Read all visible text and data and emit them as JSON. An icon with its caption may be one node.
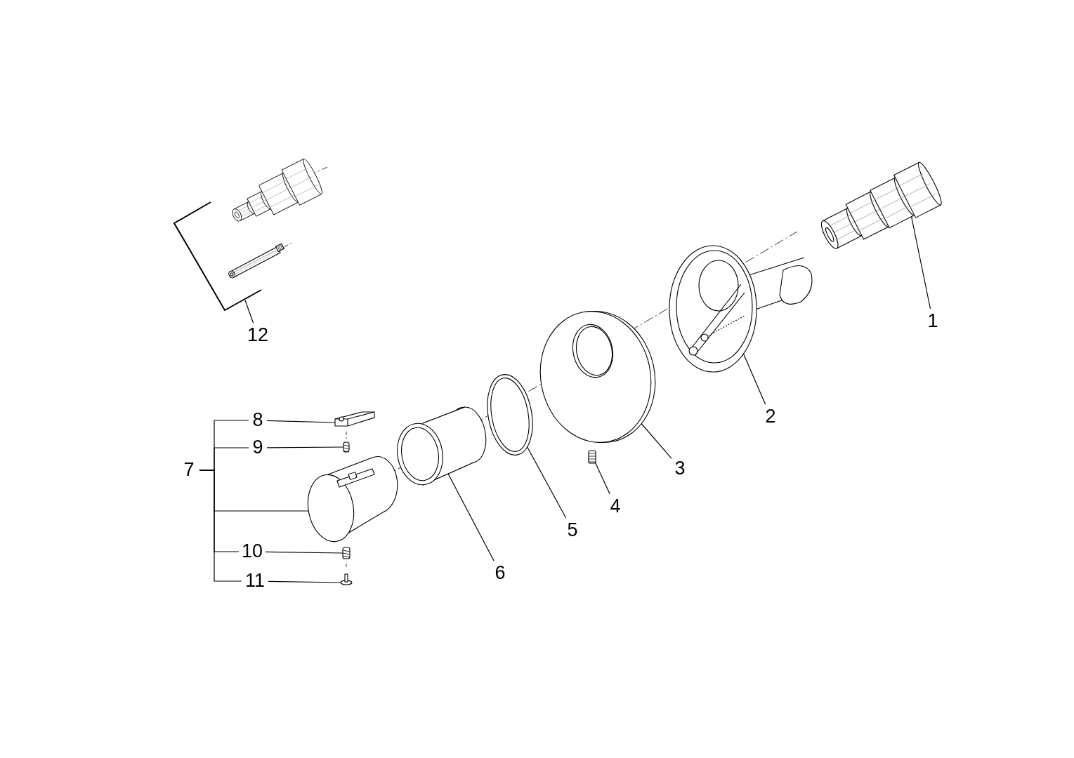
{
  "diagram": {
    "nodes": [
      {
        "text": [],
        "shape": "picture"
      },
      {
        "text": [
          "1"
        ]
      },
      {
        "text": [],
        "shape": "picture"
      },
      {
        "text": [
          "2"
        ]
      },
      {
        "text": [],
        "shape": "picture"
      },
      {
        "text": [
          "3"
        ]
      },
      {
        "text": [],
        "shape": "picture"
      },
      {
        "text": [
          "4"
        ]
      },
      {
        "text": [],
        "shape": "picture"
      },
      {
        "text": [
          "5"
        ]
      },
      {
        "text": [],
        "shape": "picture"
      },
      {
        "text": [
          "6"
        ]
      },
      {
        "text": [],
        "shape": "picture"
      },
      {
        "text": [
          "7"
        ]
      },
      {
        "text": [],
        "shape": "picture"
      },
      {
        "text": [
          "8"
        ]
      },
      {
        "text": [],
        "shape": "picture"
      },
      {
        "text": [
          "9"
        ]
      },
      {
        "text": [],
        "shape": "picture"
      },
      {
        "text": [
          "10"
        ]
      },
      {
        "text": [],
        "shape": "picture"
      },
      {
        "text": [
          "11"
        ]
      },
      {
        "text": [],
        "shape": "picture"
      },
      {
        "text": [],
        "shape": "picture"
      },
      {
        "text": [
          "12"
        ]
      }
    ],
    "edges": [
      {
        "from": 1,
        "to": 0,
        "arrow": "none"
      },
      {
        "from": 3,
        "to": 2,
        "arrow": "none"
      },
      {
        "from": 5,
        "to": 4,
        "arrow": "none"
      },
      {
        "from": 7,
        "to": 6,
        "arrow": "none"
      },
      {
        "from": 9,
        "to": 8,
        "arrow": "none"
      },
      {
        "from": 11,
        "to": 10,
        "arrow": "none"
      },
      {
        "from": 13,
        "to": 15,
        "arrow": "none"
      },
      {
        "from": 13,
        "to": 17,
        "arrow": "none"
      },
      {
        "from": 13,
        "to": 12,
        "arrow": "none"
      },
      {
        "from": 13,
        "to": 19,
        "arrow": "none"
      },
      {
        "from": 13,
        "to": 21,
        "arrow": "none"
      },
      {
        "from": 15,
        "to": 14,
        "arrow": "none"
      },
      {
        "from": 17,
        "to": 16,
        "arrow": "none"
      },
      {
        "from": 19,
        "to": 18,
        "arrow": "none"
      },
      {
        "from": 21,
        "to": 20,
        "arrow": "none"
      },
      {
        "from": 24,
        "to": null,
        "arrow": "none"
      }
    ]
  }
}
